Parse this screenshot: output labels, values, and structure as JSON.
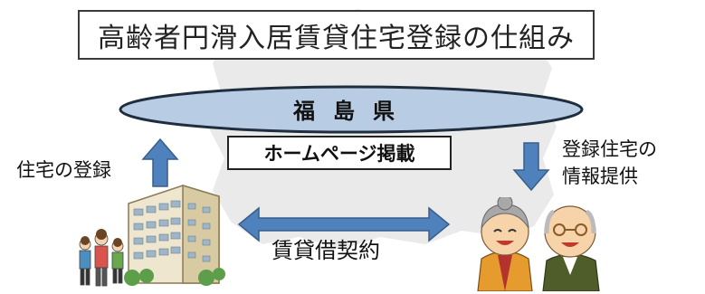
{
  "title": "高齢者円滑入居賃貸住宅登録の仕組み",
  "prefecture": "福島県",
  "homepage_label": "ホームページ掲載",
  "left_label": "住宅の登録",
  "right_label_lines": [
    "登録住宅の",
    "情報提供"
  ],
  "bottom_label": "賃貸借契約",
  "colors": {
    "ellipse_fill": "#b8cce4",
    "ellipse_stroke": "#1f2e3f",
    "arrow_blue": "#4f81bd",
    "map_gray": "#d9d9d9"
  },
  "icons": {
    "building": "apartment-building",
    "people": "family-group",
    "elders": "elderly-couple"
  }
}
